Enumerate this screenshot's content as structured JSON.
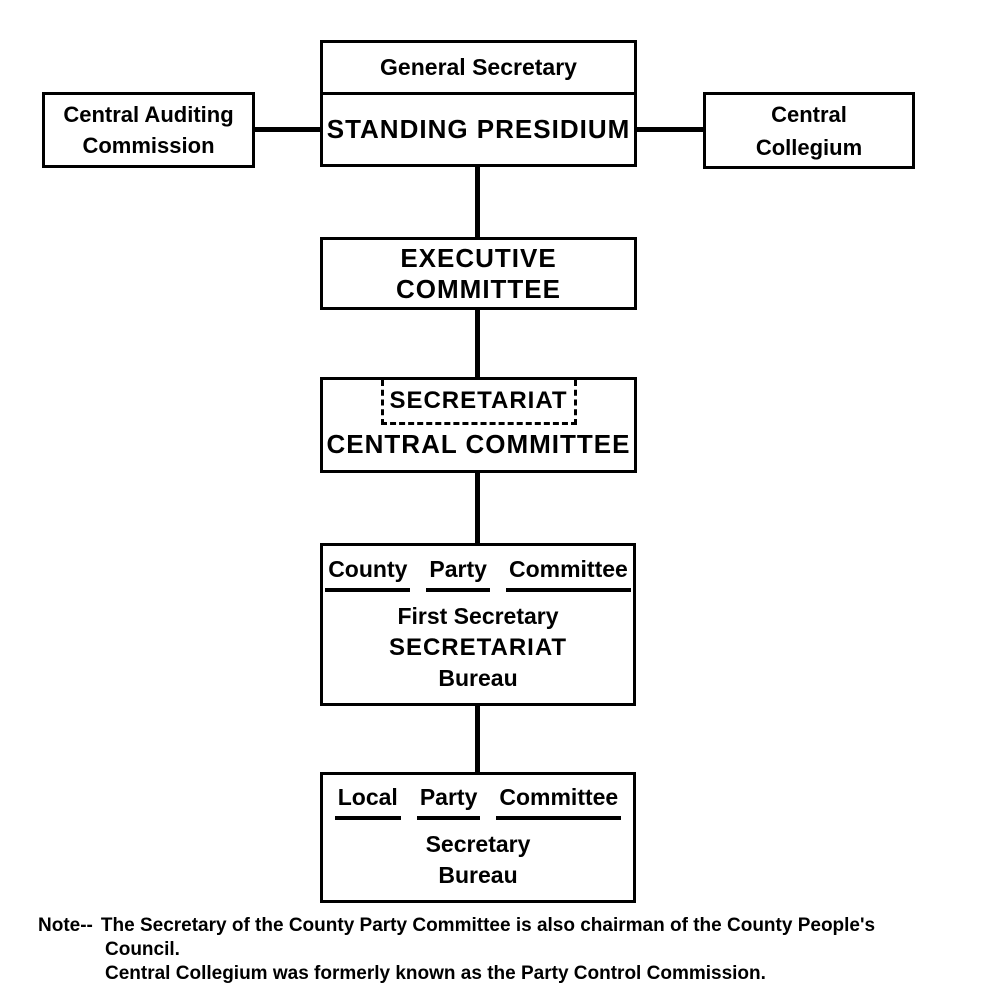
{
  "page": {
    "background_color": "#ffffff",
    "ink_color": "#000000"
  },
  "chart": {
    "top": {
      "general_secretary": "General Secretary",
      "standing_presidium": "STANDING PRESIDIUM"
    },
    "left_box": {
      "line1": "Central Auditing",
      "line2": "Commission"
    },
    "right_box": {
      "line1": "Central",
      "line2": "Collegium"
    },
    "executive": {
      "label": "EXECUTIVE COMMITTEE"
    },
    "central_committee": {
      "secretariat": "SECRETARIAT",
      "label": "CENTRAL COMMITTEE"
    },
    "county": {
      "w1": "County",
      "w2": "Party",
      "w3": "Committee",
      "line1": "First Secretary",
      "line2": "SECRETARIAT",
      "line3": "Bureau"
    },
    "local": {
      "w1": "Local",
      "w2": "Party",
      "w3": "Committee",
      "line1": "Secretary",
      "line2": "Bureau"
    },
    "note": {
      "prefix": "Note--",
      "line1": "The Secretary of the County Party Committee is also chairman of the County People's",
      "line2": "Council.",
      "line3": "Central Collegium was formerly known as the Party Control Commission."
    }
  }
}
